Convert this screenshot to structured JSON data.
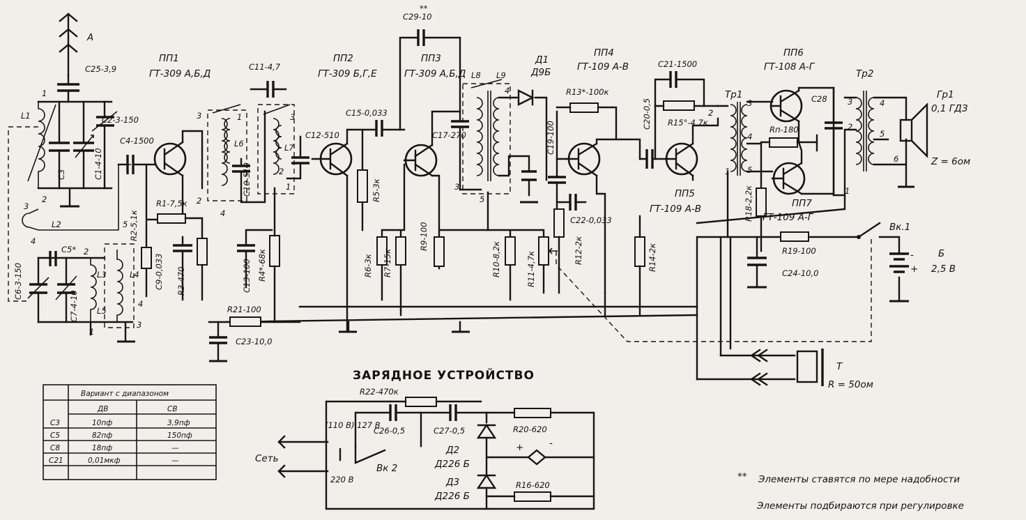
{
  "antenna": {
    "label": "A"
  },
  "stages": [
    {
      "ref": "ПП1",
      "type": "ГТ-309 А,Б,Д"
    },
    {
      "ref": "ПП2",
      "type": "ГТ-309 Б,Г,Е"
    },
    {
      "ref": "ПП3",
      "type": "ГТ-309 А,Б,Д"
    },
    {
      "ref": "Д1",
      "type": "Д9Б"
    },
    {
      "ref": "ПП4",
      "type": "ГТ-109 А-В"
    },
    {
      "ref": "ПП5",
      "type": "ГТ-109 А-В"
    },
    {
      "ref": "ПП6",
      "type": "ГТ-108 А-Г"
    },
    {
      "ref": "ПП7",
      "type": "ГТ-109 А-Г"
    }
  ],
  "capacitors": {
    "c25": "C25-3,9",
    "c2": "C2-3-150",
    "c4": "C4-1500",
    "c3": "C3",
    "c1": "C1-4-10",
    "c5": "C5*",
    "c6": "C6-3-150",
    "c7": "C7-4-10",
    "c9": "C9-0,033",
    "c11": "C11-4,7",
    "c10": "C10-510",
    "c12": "C12-510",
    "c15": "C15-0,033",
    "c17": "C17-270",
    "c29": "C29-10",
    "c19": "C19-100",
    "c22": "C22-0,033",
    "c20": "C20-0,5",
    "c21": "C21-1500",
    "c28": "C28",
    "c13": "C13-100",
    "c23": "C23-10,0",
    "c24": "C24-10,0",
    "c26": "C26-0,5",
    "c27": "C27-0,5"
  },
  "stars": {
    "c29": "**"
  },
  "resistors": {
    "r1": "R1-7,5к",
    "r2": "R2-5,1к",
    "r3": "R3-470",
    "r4": "R4*-68к",
    "r5": "R5-3к",
    "r6": "R6-3к",
    "r7": "R7-15к",
    "r9": "R9-100",
    "r10": "R10-8,2к",
    "r11": "R11-4,7к",
    "r12": "R12-2к",
    "r13": "R13*-100к",
    "r14": "R14-2к",
    "r15": "R15°-4,7к",
    "r17": "Rп-180",
    "r18": "R18-2,2к",
    "r19": "R19-100",
    "r21": "R21-100",
    "r22": "R22-470к",
    "r20": "R20-620",
    "r16": "R16-620"
  },
  "inductors": {
    "l1": "L1",
    "l2": "L2",
    "l3": "L3",
    "l4": "L4",
    "l5": "L5",
    "l6": "L6",
    "l7": "L7",
    "l8": "L8",
    "l9": "L9"
  },
  "pins": {
    "n1": "1",
    "n2": "2",
    "n3": "3",
    "n4": "4",
    "n5": "5",
    "n6": "6"
  },
  "transformers": {
    "tr1": "Тр1",
    "tr2": "Тр2"
  },
  "speaker": {
    "ref": "Гр1",
    "spec": "0,1 ГДЗ",
    "impedance": "Z = 6ом"
  },
  "switch": {
    "ref": "Вк.1"
  },
  "battery": {
    "ref": "Б",
    "voltage": "2,5 В",
    "minus": "-",
    "plus": "+"
  },
  "phones": {
    "ref": "T",
    "resistance": "R = 50ом"
  },
  "charger": {
    "title": "ЗАРЯДНОЕ УСТРОЙСТВО",
    "mains": "Сеть",
    "v127": "(110 В) 127 В",
    "v220": "220 В",
    "switch": "Вк 2",
    "d2_ref": "Д2",
    "d2_type": "Д226 Б",
    "d3_ref": "Д3",
    "d3_type": "Д226 Б",
    "plus": "+",
    "minus": "-"
  },
  "variant_table": {
    "title": "Вариант с диапазоном",
    "columns": [
      "",
      "ДВ",
      "СВ"
    ],
    "rows": [
      [
        "C3",
        "10пф",
        "3,9пф"
      ],
      [
        "C5",
        "82пф",
        "150пф"
      ],
      [
        "C8",
        "18пф",
        "—"
      ],
      [
        "C21",
        "0,01мкф",
        "—"
      ]
    ]
  },
  "notes": {
    "note1_mark": "**",
    "note1": "Элементы ставятся по мере надобности",
    "note2": "Элементы подбираются при регулировке"
  }
}
